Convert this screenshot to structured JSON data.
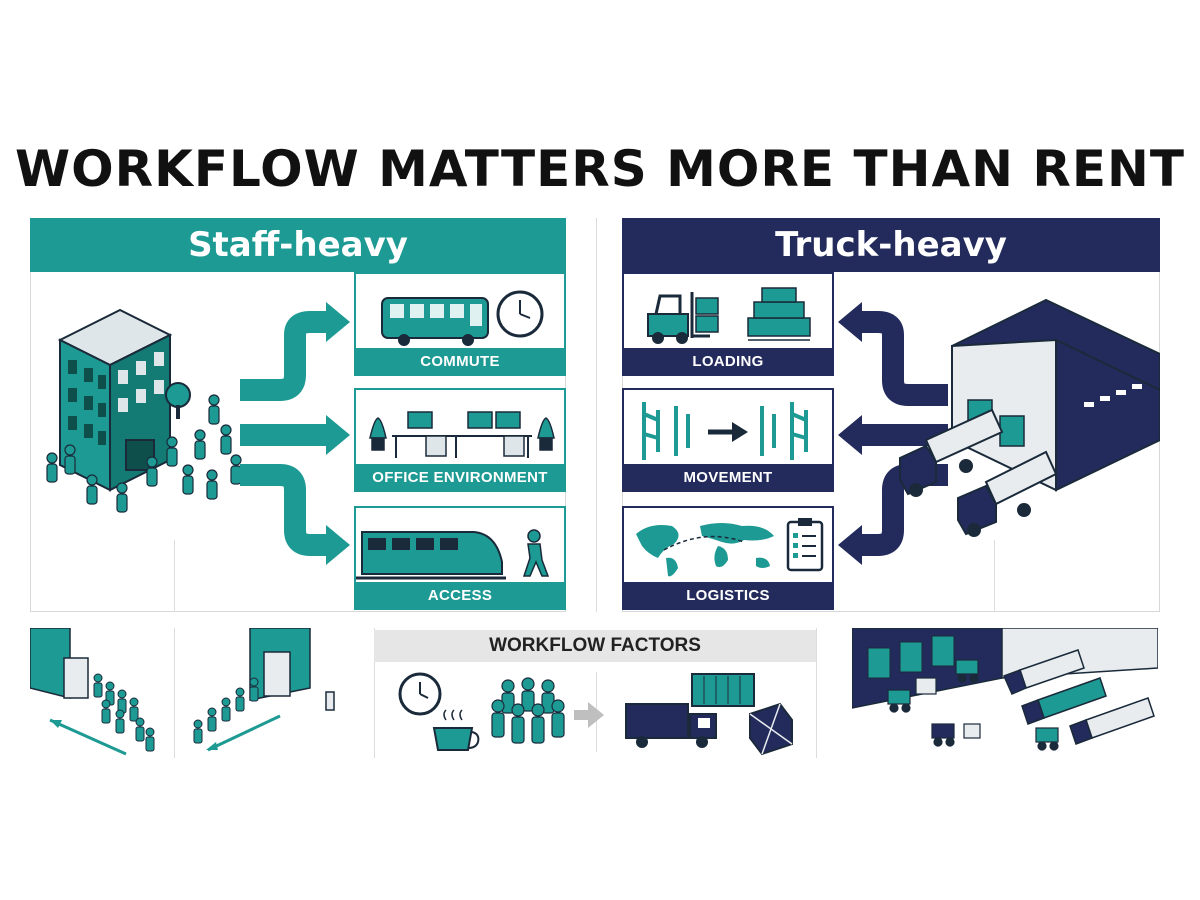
{
  "title": "WORKFLOW MATTERS MORE THAN RENT",
  "left_panel": {
    "header": "Staff-heavy",
    "cards": [
      {
        "label": "COMMUTE",
        "icons": [
          "bus-icon",
          "clock-icon"
        ]
      },
      {
        "label": "OFFICE ENVIRONMENT",
        "icons": [
          "desk-icon",
          "plant-icon"
        ]
      },
      {
        "label": "ACCESS",
        "icons": [
          "train-icon",
          "walking-person-icon"
        ]
      }
    ]
  },
  "right_panel": {
    "header": "Truck-heavy",
    "cards": [
      {
        "label": "LOADING",
        "icons": [
          "forklift-icon",
          "pallet-stack-icon"
        ]
      },
      {
        "label": "MOVEMENT",
        "icons": [
          "racking-icon",
          "arrow-icon"
        ]
      },
      {
        "label": "LOGISTICS",
        "icons": [
          "world-map-icon",
          "clipboard-icon"
        ]
      }
    ]
  },
  "bottom": {
    "factors_title": "WORKFLOW FACTORS"
  },
  "colors": {
    "teal": "#1d9a93",
    "teal_dark": "#137a74",
    "navy": "#232b5c",
    "text": "#111111"
  }
}
